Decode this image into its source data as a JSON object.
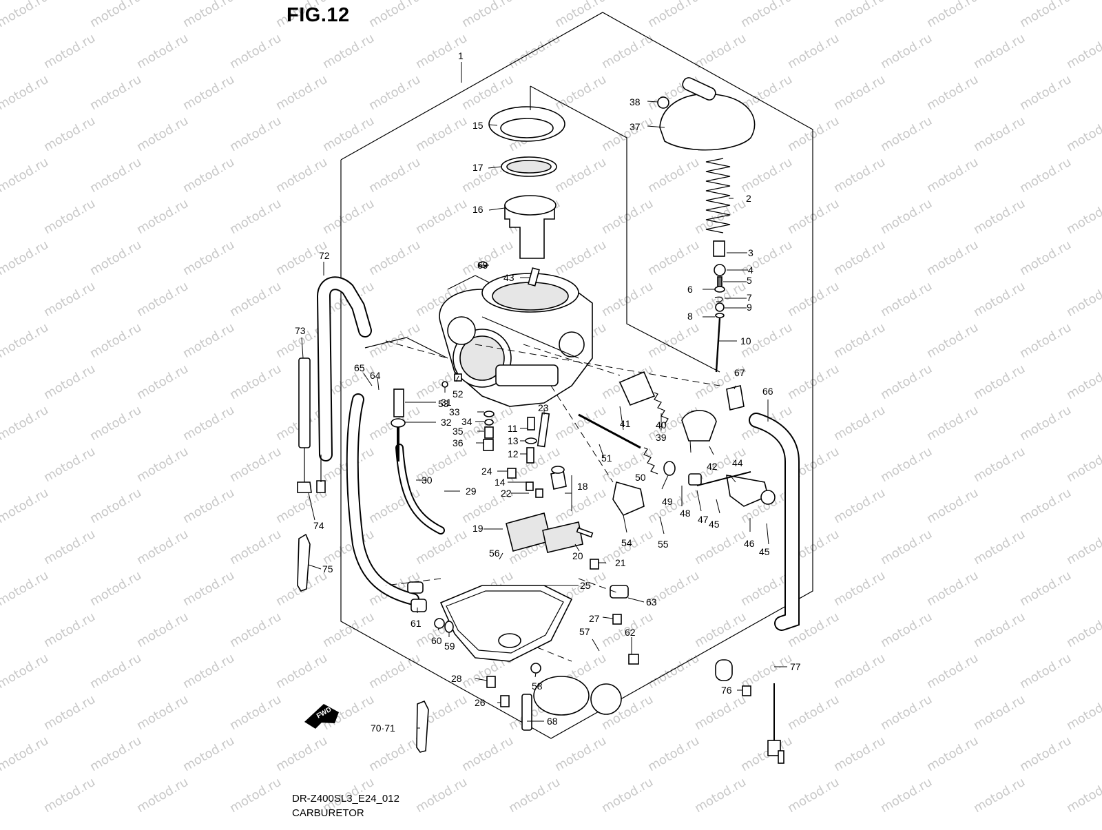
{
  "figure": {
    "title": "FIG.12",
    "code": "DR-Z400SL3_E24_012",
    "name": "CARBURETOR"
  },
  "watermark": {
    "text": "motod.ru"
  },
  "fwd_label": "FWD",
  "callouts": {
    "c1": "1",
    "c2": "2",
    "c3": "3",
    "c4": "4",
    "c5": "5",
    "c6": "6",
    "c7": "7",
    "c8": "8",
    "c9": "9",
    "c10": "10",
    "c11": "11",
    "c12": "12",
    "c13": "13",
    "c14": "14",
    "c15": "15",
    "c16": "16",
    "c17": "17",
    "c18": "18",
    "c19": "19",
    "c20": "20",
    "c21": "21",
    "c22": "22",
    "c23": "23",
    "c24": "24",
    "c25": "25",
    "c26": "26",
    "c27": "27",
    "c28": "28",
    "c29": "29",
    "c30": "30",
    "c31": "31",
    "c32": "32",
    "c33": "33",
    "c34": "34",
    "c35": "35",
    "c36": "36",
    "c37": "37",
    "c38": "38",
    "c39": "39",
    "c40": "40",
    "c41": "41",
    "c42": "42",
    "c43": "43",
    "c44": "44",
    "c45a": "45",
    "c45b": "45",
    "c46": "46",
    "c47": "47",
    "c48": "48",
    "c49": "49",
    "c50": "50",
    "c51": "51",
    "c52": "52",
    "c53": "53",
    "c54": "54",
    "c55": "55",
    "c56": "56",
    "c57": "57",
    "c58": "58",
    "c59": "59",
    "c60": "60",
    "c61": "61",
    "c62": "62",
    "c63": "63",
    "c64": "64",
    "c65": "65",
    "c66": "66",
    "c67": "67",
    "c68": "68",
    "c69": "69",
    "c70_71": "70·71",
    "c72": "72",
    "c73": "73",
    "c74": "74",
    "c75": "75",
    "c76": "76",
    "c77": "77"
  }
}
